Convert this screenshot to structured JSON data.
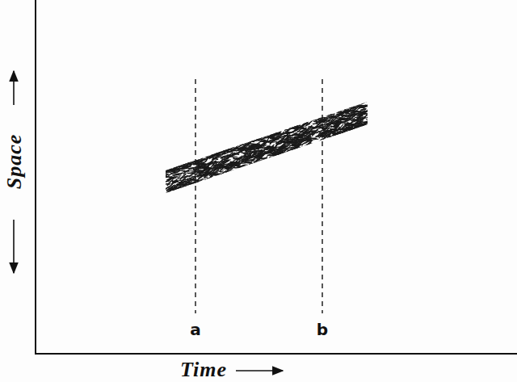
{
  "diagram": {
    "labels": [
      "Space",
      "Time",
      "a",
      "b"
    ]
  }
}
